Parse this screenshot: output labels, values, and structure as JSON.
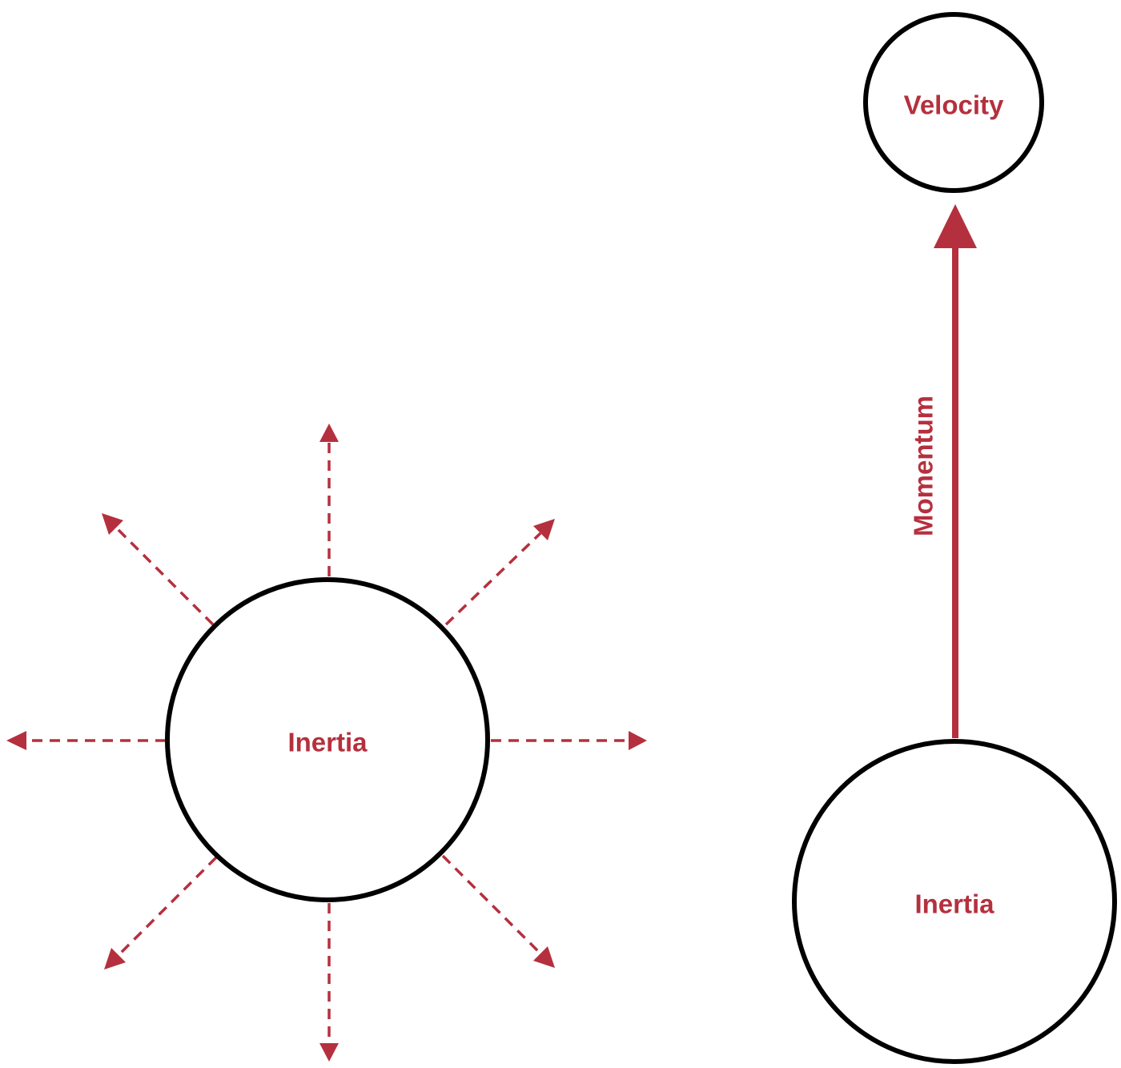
{
  "colors": {
    "accent": "#b5303e",
    "outline": "#000000",
    "background": "#ffffff"
  },
  "left_diagram": {
    "center_label": "Inertia",
    "arrow_style": "dashed",
    "arrow_count": 8
  },
  "right_diagram": {
    "top_label": "Velocity",
    "bottom_label": "Inertia",
    "arrow_label": "Momentum",
    "arrow_style": "solid"
  }
}
